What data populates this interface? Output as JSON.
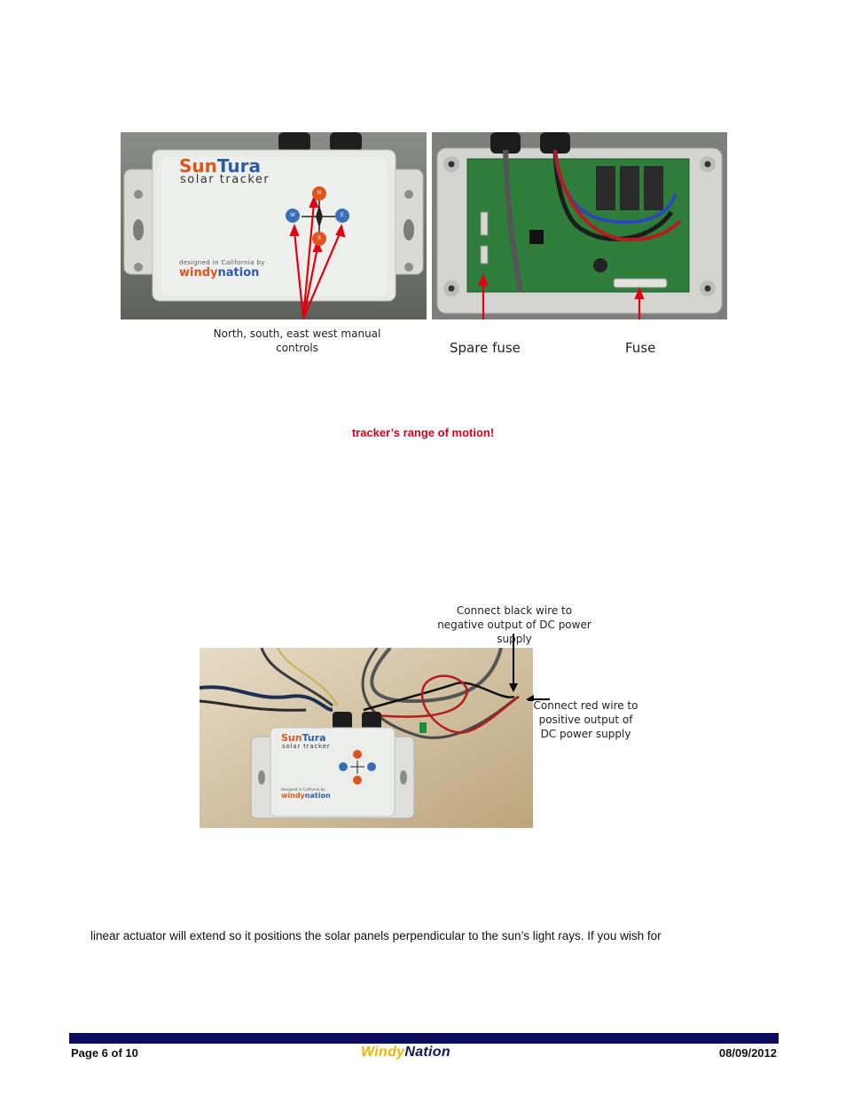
{
  "figure1": {
    "left_photo": {
      "brand_sun": "Sun",
      "brand_tura": "Tura",
      "brand_sub": "solar tracker",
      "designed_by": "designed in California by",
      "maker_windy": "windy",
      "maker_nation": "nation",
      "btn_n": "N",
      "btn_s": "S",
      "btn_e": "E",
      "btn_w": "W",
      "caption": "North, south, east west manual controls"
    },
    "right_photo": {
      "spare_fuse_label": "Spare fuse",
      "fuse_label": "Fuse"
    }
  },
  "warning_text": "tracker’s range of motion!",
  "figure2": {
    "callout_black": "Connect black wire to negative output of DC power supply",
    "callout_red": "Connect red wire to positive output of DC power supply",
    "brand_sun": "Sun",
    "brand_tura": "Tura",
    "brand_sub": "solar tracker",
    "designed_by": "designed in California by",
    "maker_windy": "windy",
    "maker_nation": "nation"
  },
  "body_text": "linear actuator will extend so it positions the solar panels perpendicular to the sun’s light rays. If you wish for",
  "footer": {
    "page": "Page 6 of 10",
    "logo_windy": "Windy",
    "logo_nation": "Nation",
    "date": "08/09/2012"
  }
}
